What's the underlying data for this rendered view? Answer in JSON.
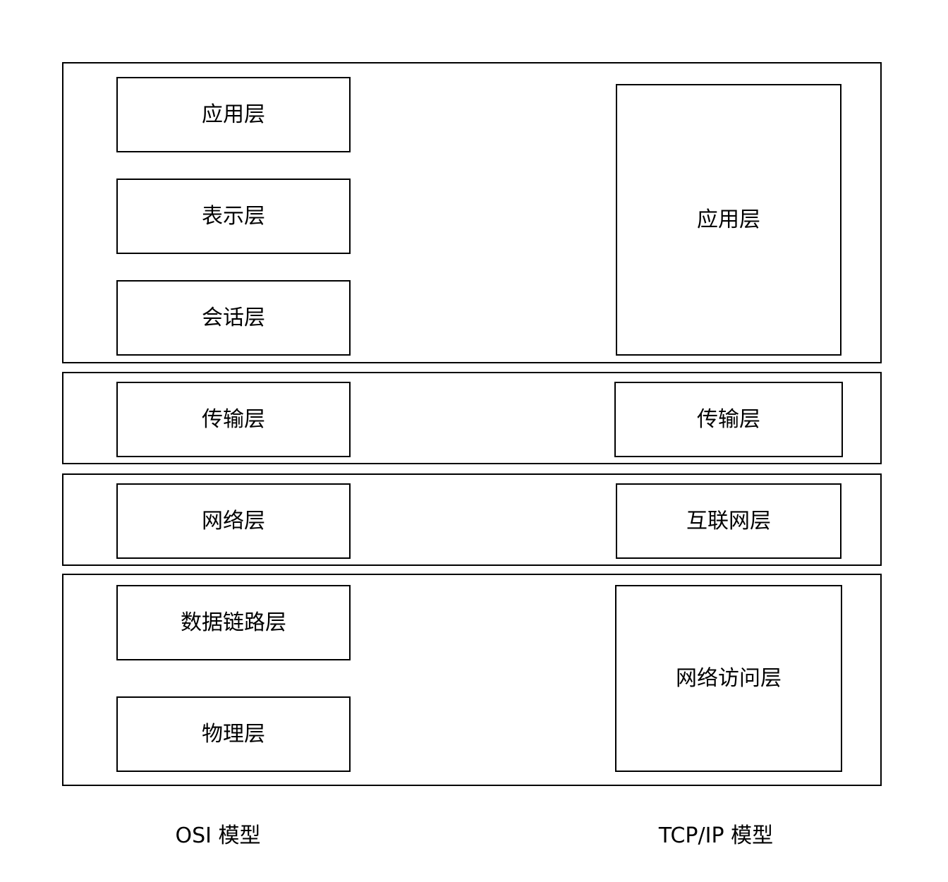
{
  "osi": {
    "layers": {
      "application": "应用层",
      "presentation": "表示层",
      "session": "会话层",
      "transport": "传输层",
      "network": "网络层",
      "data_link": "数据链路层",
      "physical": "物理层"
    },
    "caption": "OSI 模型"
  },
  "tcpip": {
    "layers": {
      "application": "应用层",
      "transport": "传输层",
      "internet": "互联网层",
      "network_access": "网络访问层"
    },
    "caption": "TCP/IP 模型"
  },
  "colors": {
    "border": "#000000",
    "background": "#ffffff",
    "text": "#000000"
  }
}
